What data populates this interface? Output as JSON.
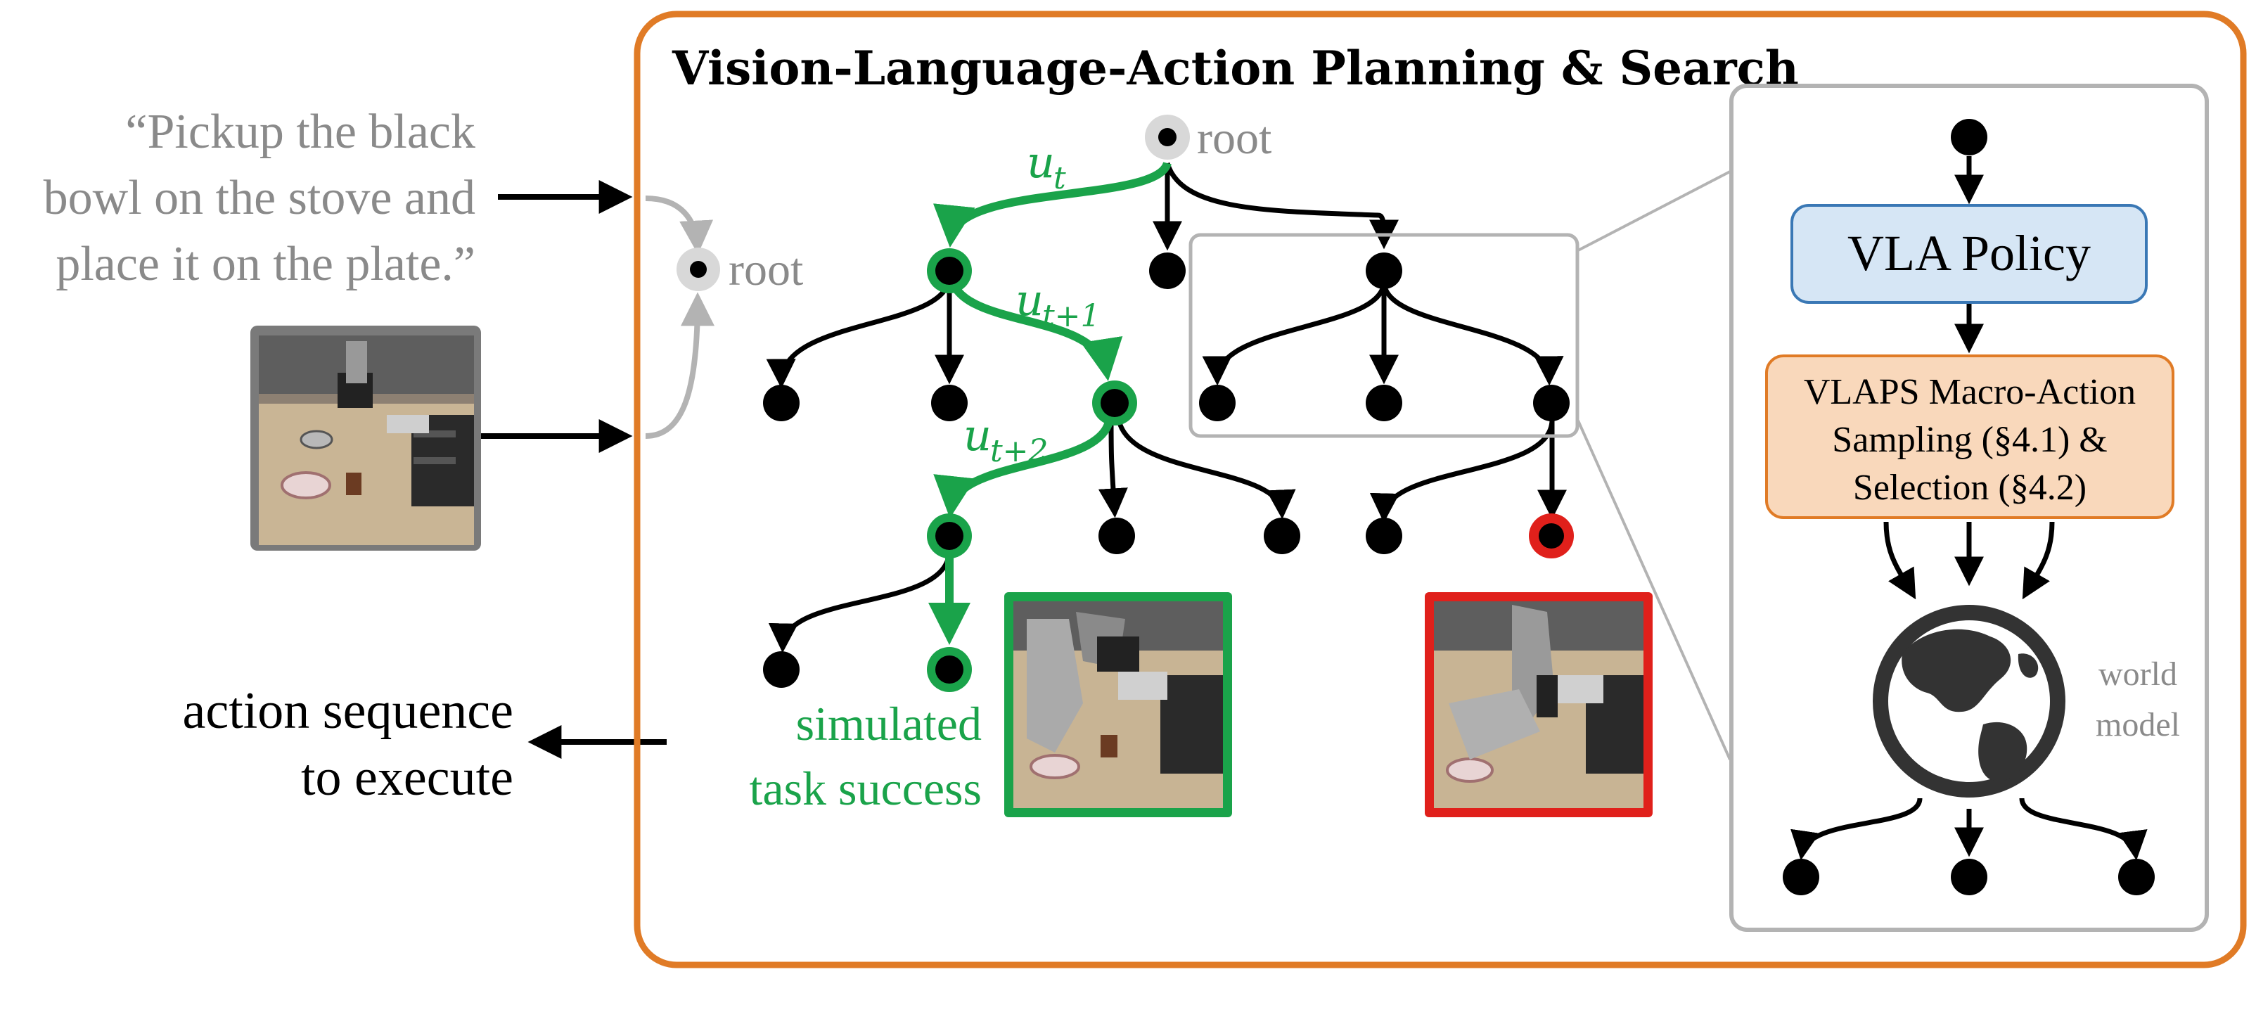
{
  "title": "Vision-Language-Action Planning & Search",
  "instruction_lines": [
    "“Pickup the black",
    "bowl on the stove and",
    "place it on the plate.”"
  ],
  "root_label": "root",
  "edge_labels": {
    "u_t": {
      "base": "u",
      "sub": "t"
    },
    "u_t1": {
      "base": "u",
      "sub": "t+1"
    },
    "u_t2": {
      "base": "u",
      "sub": "t+2"
    }
  },
  "output_label_lines": [
    "action sequence",
    "to execute"
  ],
  "success_label_lines": [
    "simulated",
    "task success"
  ],
  "policy_label": "VLA Policy",
  "macro_action_lines": [
    "VLAPS Macro-Action",
    "Sampling (§4.1) &",
    "Selection (§4.2)"
  ],
  "world_model_lines": [
    "world",
    "model"
  ],
  "icons": {
    "world": "globe-icon",
    "scene": "robot-scene-image"
  },
  "colors": {
    "frame_orange": "#e07b26",
    "success_green": "#1aa34a",
    "failure_red": "#e0201b",
    "gray_box": "#b3b3b3",
    "policy_fill": "#d6e6f5",
    "macro_fill": "#f9d8bb",
    "text_gray": "#8a8a8a"
  }
}
